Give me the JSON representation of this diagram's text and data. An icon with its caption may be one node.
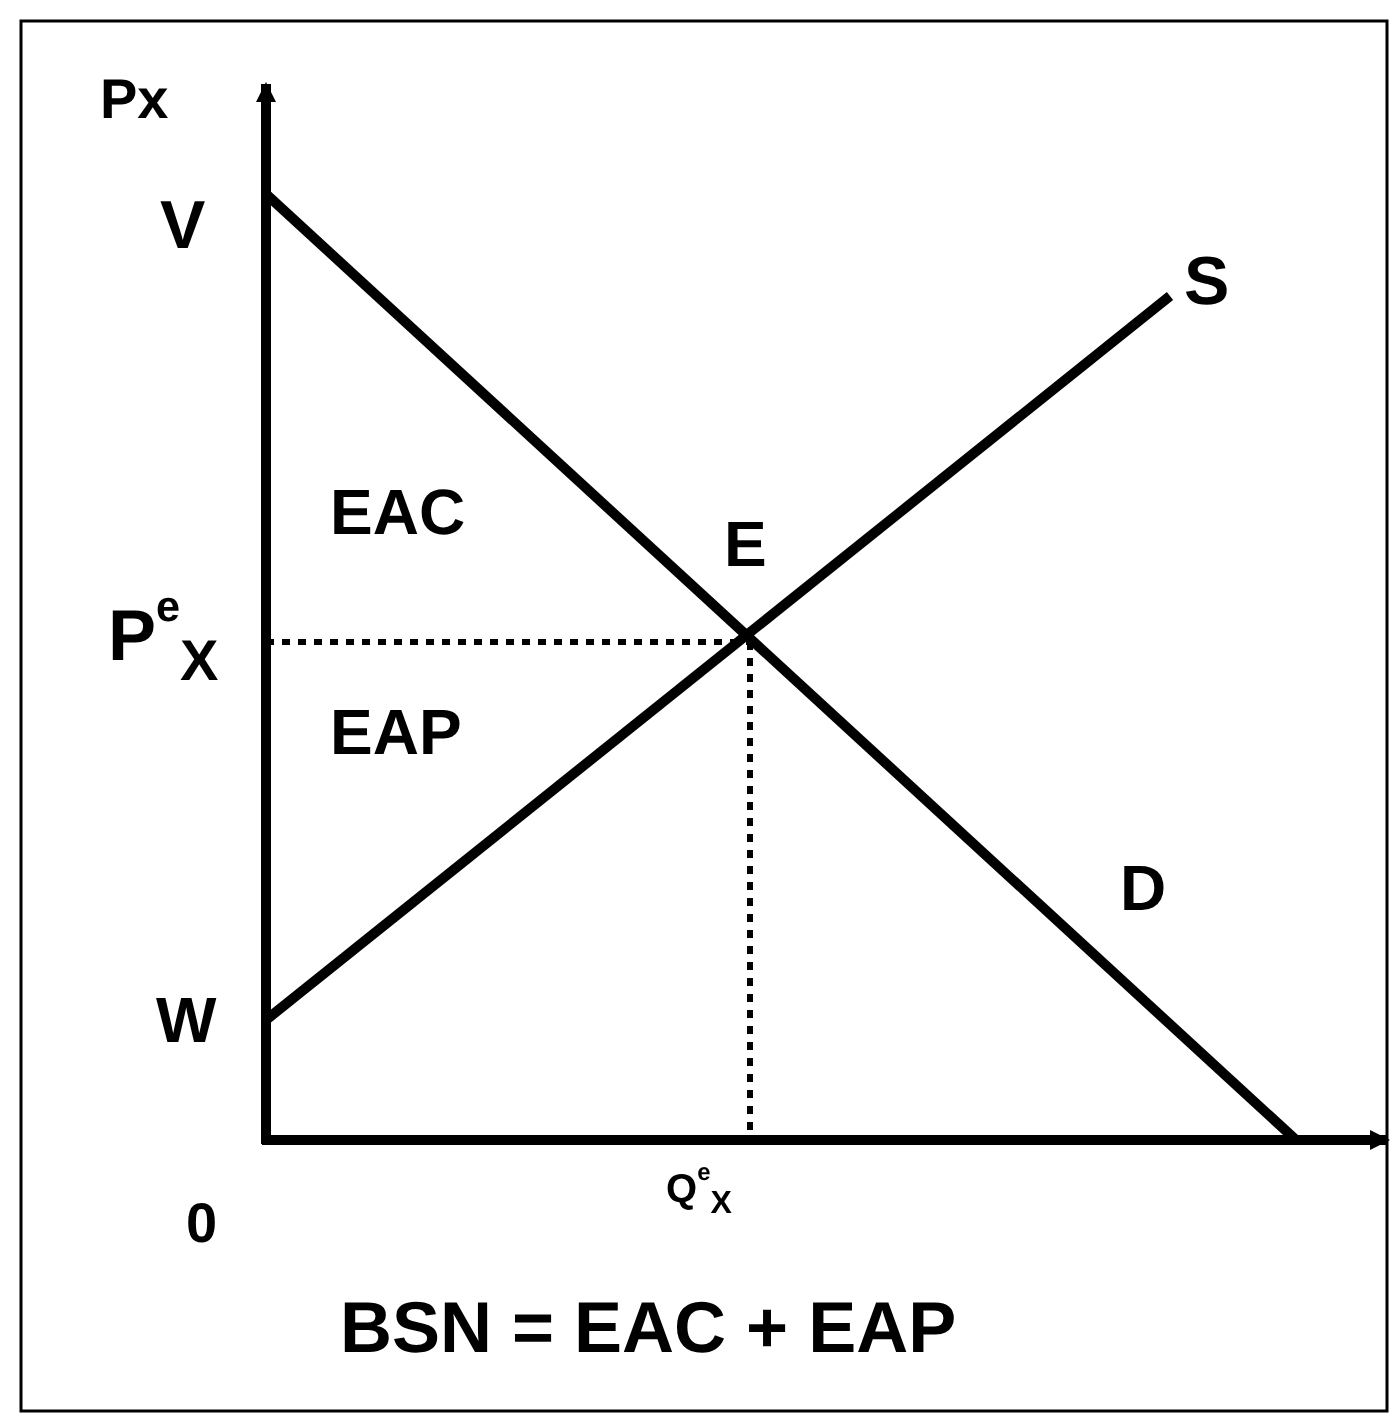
{
  "diagram": {
    "caption": "BSN = EAC + EAP",
    "labels": [
      "Px",
      "V",
      "S",
      "EAC",
      "E",
      "P$^{e}$$_{X}$",
      "EAP",
      "D",
      "W",
      "0",
      "Q$^{e}$$_{X}$"
    ]
  }
}
